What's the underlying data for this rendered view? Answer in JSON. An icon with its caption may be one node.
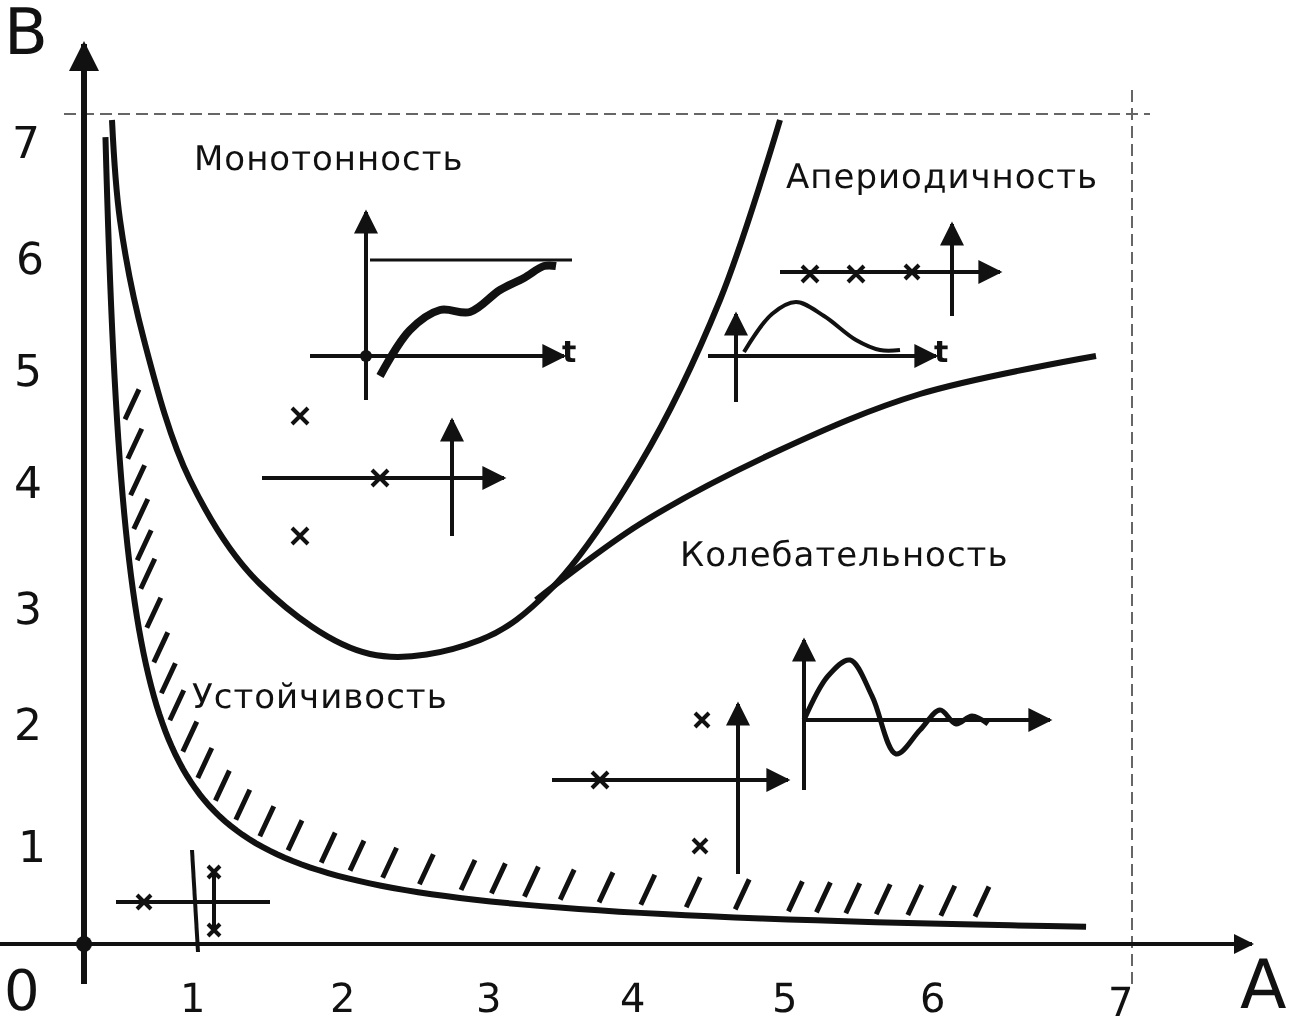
{
  "diagram": {
    "labels": [
      "B",
      "7",
      "Монотонность",
      "Апериодичность",
      "6",
      "t",
      "t",
      "5",
      "4",
      "Колебательность",
      "3",
      "Устойчивость",
      "2",
      "1",
      "0",
      "1",
      "2",
      "3",
      "4",
      "5",
      "6",
      "7",
      "A"
    ]
  }
}
